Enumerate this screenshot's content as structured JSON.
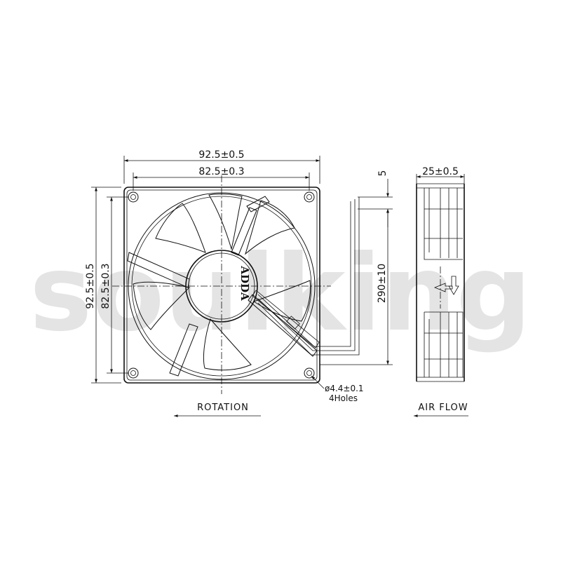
{
  "watermark": "soulking",
  "logo_text": "ADDA",
  "dimensions": {
    "frame_width": "92.5±0.5",
    "hole_pitch_width": "82.5±0.3",
    "frame_height": "92.5±0.5",
    "hole_pitch_height": "82.5±0.3",
    "wire_strip": "5",
    "cable_length": "290±10",
    "thickness": "25±0.5",
    "hole_diameter": "ø4.4±0.1",
    "hole_count": "4Holes"
  },
  "labels": {
    "rotation": "ROTATION",
    "air_flow": "AIR FLOW"
  }
}
